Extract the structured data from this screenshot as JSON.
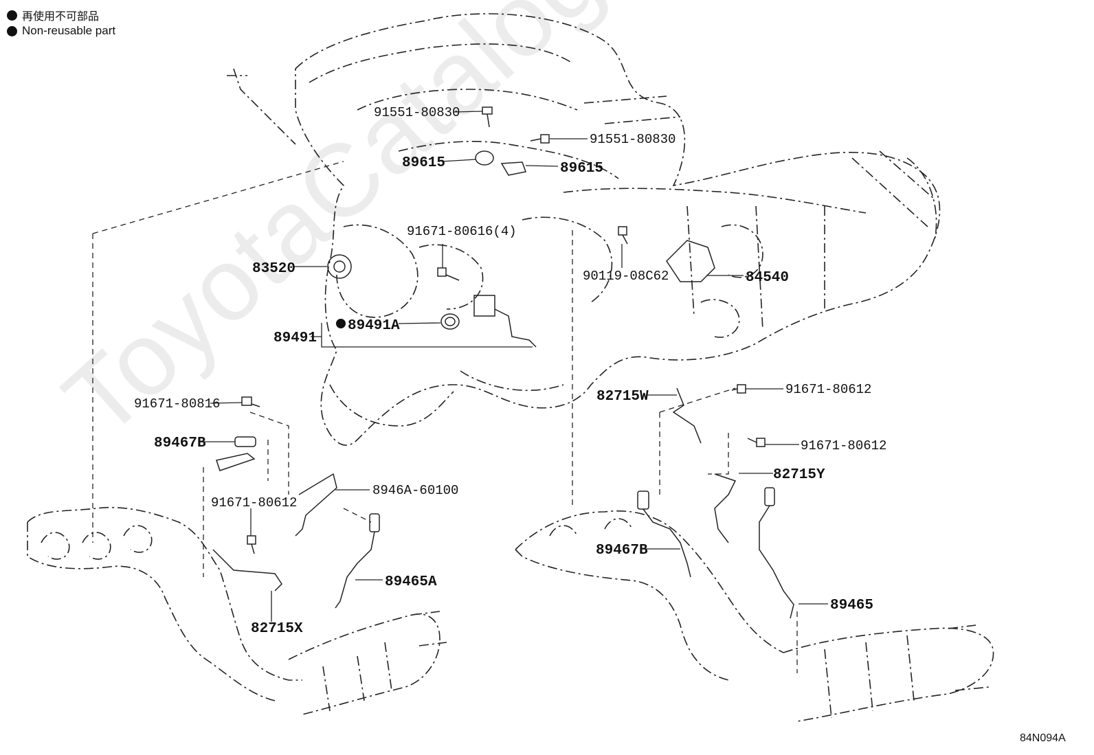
{
  "legend": {
    "japanese": "再使用不可部品",
    "english": "Non-reusable part"
  },
  "watermark": "ToyotaCatalog.ru",
  "diagram_code": "84N094A",
  "labels": {
    "p91551_80830_a": "91551-80830",
    "p91551_80830_b": "91551-80830",
    "p89615_a": "89615",
    "p89615_b": "89615",
    "p91671_80616": "91671-80616(4)",
    "p83520": "83520",
    "p90119_08c62": "90119-08C62",
    "p84540": "84540",
    "p89491": "89491",
    "p89491a": "89491A",
    "p91671_80816": "91671-80816",
    "p82715w": "82715W",
    "p91671_80612_a": "91671-80612",
    "p91671_80612_b": "91671-80612",
    "p91671_80612_c": "91671-80612",
    "p89467b_a": "89467B",
    "p89467b_b": "89467B",
    "p8946a_60100": "8946A-60100",
    "p82715y": "82715Y",
    "p89465a": "89465A",
    "p89465": "89465",
    "p82715x": "82715X"
  }
}
